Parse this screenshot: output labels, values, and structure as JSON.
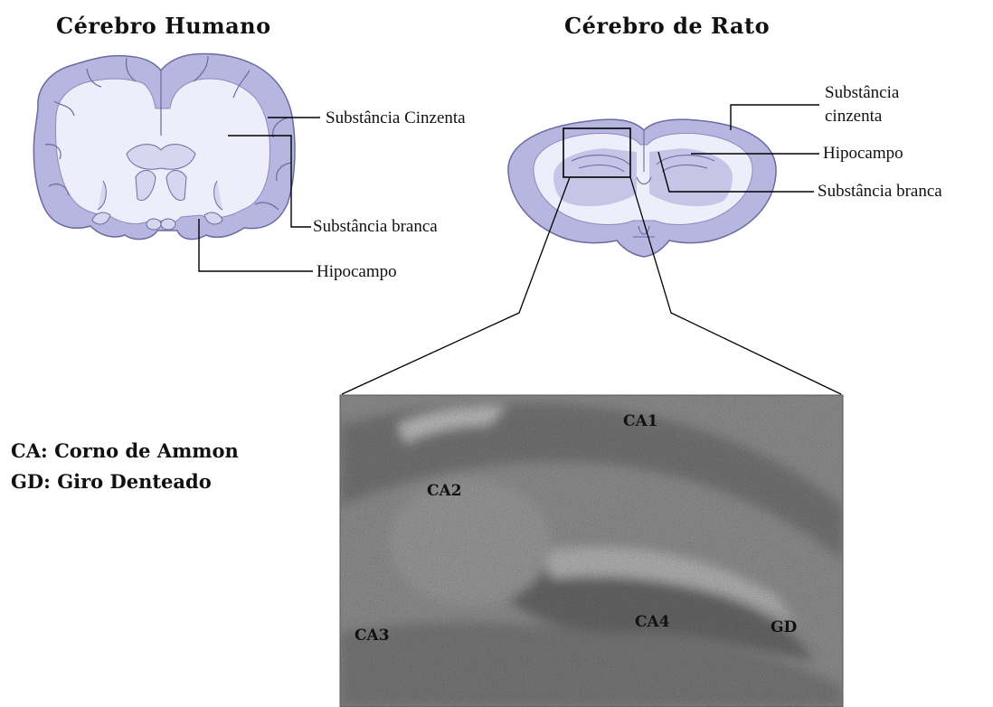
{
  "titles": {
    "human": "Cérebro Humano",
    "rat": "Cérebro de Rato"
  },
  "human_labels": {
    "grey_matter": "Substância Cinzenta",
    "white_matter": "Substância branca",
    "hippocampus": "Hipocampo"
  },
  "rat_labels": {
    "grey_matter_line1": "Substância",
    "grey_matter_line2": "cinzenta",
    "hippocampus": "Hipocampo",
    "white_matter": "Substância branca"
  },
  "legend": {
    "ca": "CA: Corno de Ammon",
    "gd": "GD: Giro Denteado"
  },
  "micrograph_regions": {
    "ca1": "CA1",
    "ca2": "CA2",
    "ca3": "CA3",
    "ca4": "CA4",
    "gd": "GD"
  },
  "colors": {
    "grey_matter": "#b7b6e0",
    "white_matter": "#eeeefa",
    "outline": "#6b6aa0",
    "micrograph_base": "#8d8d8d"
  }
}
